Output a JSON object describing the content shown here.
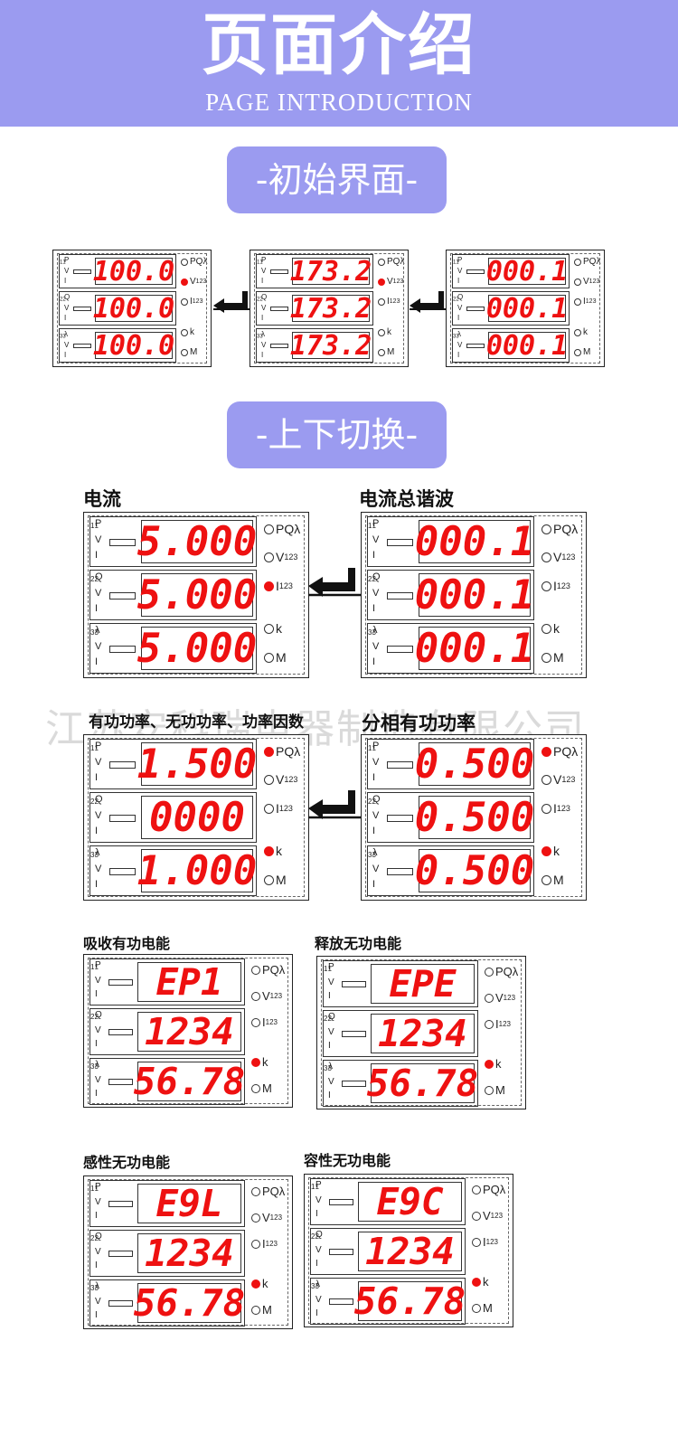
{
  "header": {
    "title": "页面介绍",
    "subtitle": "PAGE INTRODUCTION"
  },
  "sections": {
    "initial": "-初始界面-",
    "switch": "-上下切换-"
  },
  "watermark": "江苏安科瑞电器制造有限公司",
  "captions": {
    "current": "电流",
    "total_harmonic": "电流总谐波",
    "power": "有功功率、无功功率、功率因数",
    "phase_power": "分相有功功率",
    "absorb": "吸收有功电能",
    "release": "释放无功电能",
    "inductive": "感性无功电能",
    "capacitive": "容性无功电能"
  },
  "labels": {
    "p": "P",
    "v1": "V",
    "s1": "1",
    "i1": "I",
    "q": "Q",
    "v2": "V",
    "s2": "2",
    "i2": "I",
    "l": "λ",
    "v3": "V",
    "s3": "3",
    "i3": "I",
    "ind_pq": "PQλ",
    "ind_v": "V",
    "ind_i": "I",
    "sub123": "123",
    "ind_k": "k",
    "ind_m": "M"
  },
  "meters": [
    {
      "values": [
        "100.0",
        "100.0",
        "100.0"
      ],
      "active": [
        "v"
      ]
    },
    {
      "values": [
        "173.2",
        "173.2",
        "173.2"
      ],
      "active": [
        "v"
      ]
    },
    {
      "values": [
        "000.1",
        "000.1",
        "000.1"
      ],
      "active": []
    },
    {
      "values": [
        "5.000",
        "5.000",
        "5.000"
      ],
      "active": [
        "i"
      ]
    },
    {
      "values": [
        "000.1",
        "000.1",
        "000.1"
      ],
      "active": []
    },
    {
      "values": [
        "1.500",
        "0000",
        "1.000"
      ],
      "active": [
        "pq",
        "k"
      ]
    },
    {
      "values": [
        "0.500",
        "0.500",
        "0.500"
      ],
      "active": [
        "pq",
        "k"
      ]
    },
    {
      "values": [
        "EP1",
        "1234",
        "56.78"
      ],
      "active": [
        "k"
      ]
    },
    {
      "values": [
        "EPE",
        "1234",
        "56.78"
      ],
      "active": [
        "k"
      ]
    },
    {
      "values": [
        "E9L",
        "1234",
        "56.78"
      ],
      "active": [
        "k"
      ]
    },
    {
      "values": [
        "E9C",
        "1234",
        "56.78"
      ],
      "active": [
        "k"
      ]
    }
  ],
  "colors": {
    "accent": "#9b9bf0",
    "segment": "#ee1111",
    "indicator_on": "#ee1111"
  }
}
